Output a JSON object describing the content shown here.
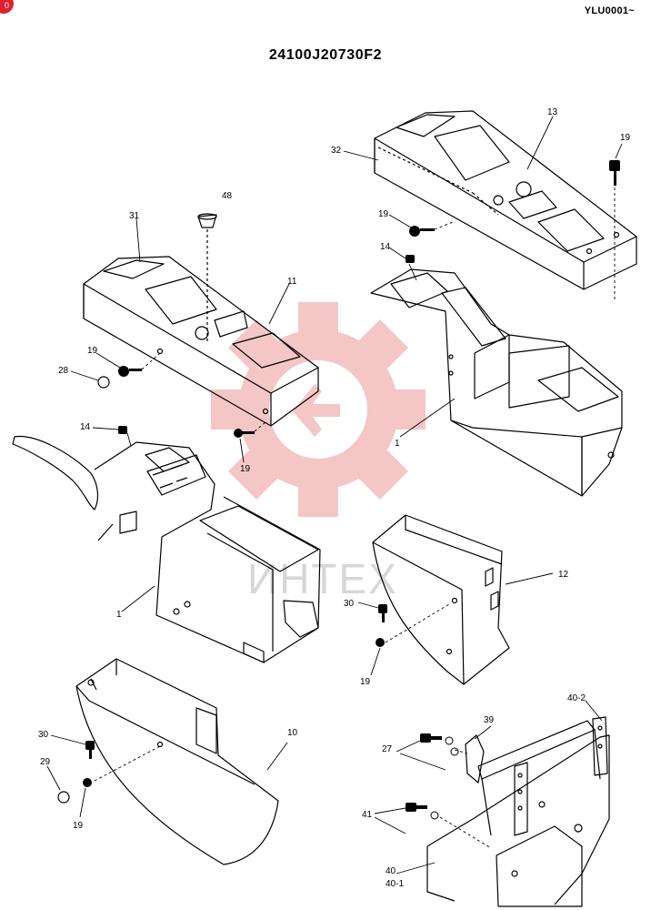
{
  "header": {
    "badge": "0",
    "doc_code": "YLU0001~",
    "part_number": "24100J20730F2"
  },
  "watermark": {
    "text": "ИНТЕХ"
  },
  "callouts": {
    "c32": "32",
    "c13": "13",
    "c19a": "19",
    "c19b": "19",
    "c14a": "14",
    "c48": "48",
    "c31": "31",
    "c11": "11",
    "c19c": "19",
    "c28": "28",
    "c14b": "14",
    "c19d": "19",
    "c1a": "1",
    "c1b": "1",
    "c12": "12",
    "c30a": "30",
    "c19e": "19",
    "c10": "10",
    "c30b": "30",
    "c29": "29",
    "c19f": "19",
    "c39": "39",
    "c40_2": "40-2",
    "c27": "27",
    "c41": "41",
    "c40": "40",
    "c40_1": "40-1"
  },
  "colors": {
    "line": "#000000",
    "watermark": "#f1b4b4"
  }
}
